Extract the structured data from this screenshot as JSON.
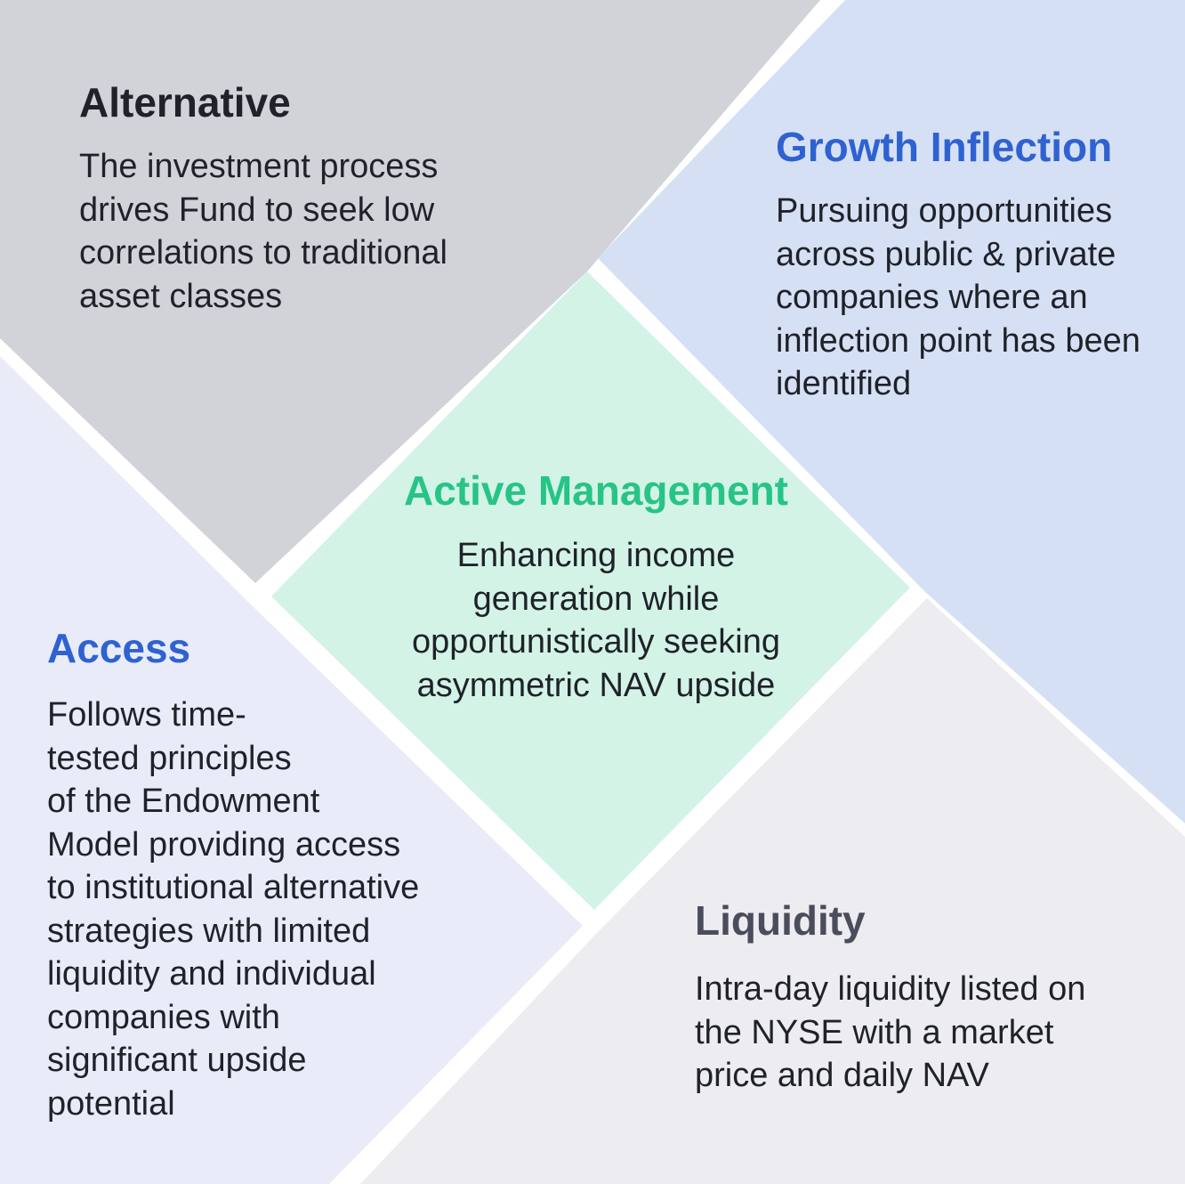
{
  "colors": {
    "alternative_bg": "#d1d3d8",
    "growth_bg": "#d6e0f5",
    "access_bg": "#e9ecf8",
    "liquidity_bg": "#ededf1",
    "active_bg": "#d3f3e7",
    "divider": "#ffffff",
    "dark_title": "#1f2229",
    "blue_title": "#2f62d1",
    "green_title": "#27c485",
    "gray_title": "#4a4d5c"
  },
  "quadrants": {
    "alternative": {
      "title": "Alternative",
      "body": "The investment process\ndrives Fund to seek low\ncorrelations to traditional\nasset classes"
    },
    "growth_inflection": {
      "title": "Growth Inflection",
      "body": "Pursuing opportunities\nacross public & private\ncompanies where an\ninflection point has been\nidentified"
    },
    "active_management": {
      "title": "Active Management",
      "body": "Enhancing income\ngeneration while\nopportunistically seeking\nasymmetric NAV upside"
    },
    "access": {
      "title": "Access",
      "body": "Follows time-\ntested principles\nof the Endowment\nModel providing access\nto institutional alternative\nstrategies with limited\nliquidity and individual\ncompanies with\nsignificant upside\npotential"
    },
    "liquidity": {
      "title": "Liquidity",
      "body": "Intra-day liquidity listed on\nthe NYSE with a market\nprice and daily NAV"
    }
  }
}
